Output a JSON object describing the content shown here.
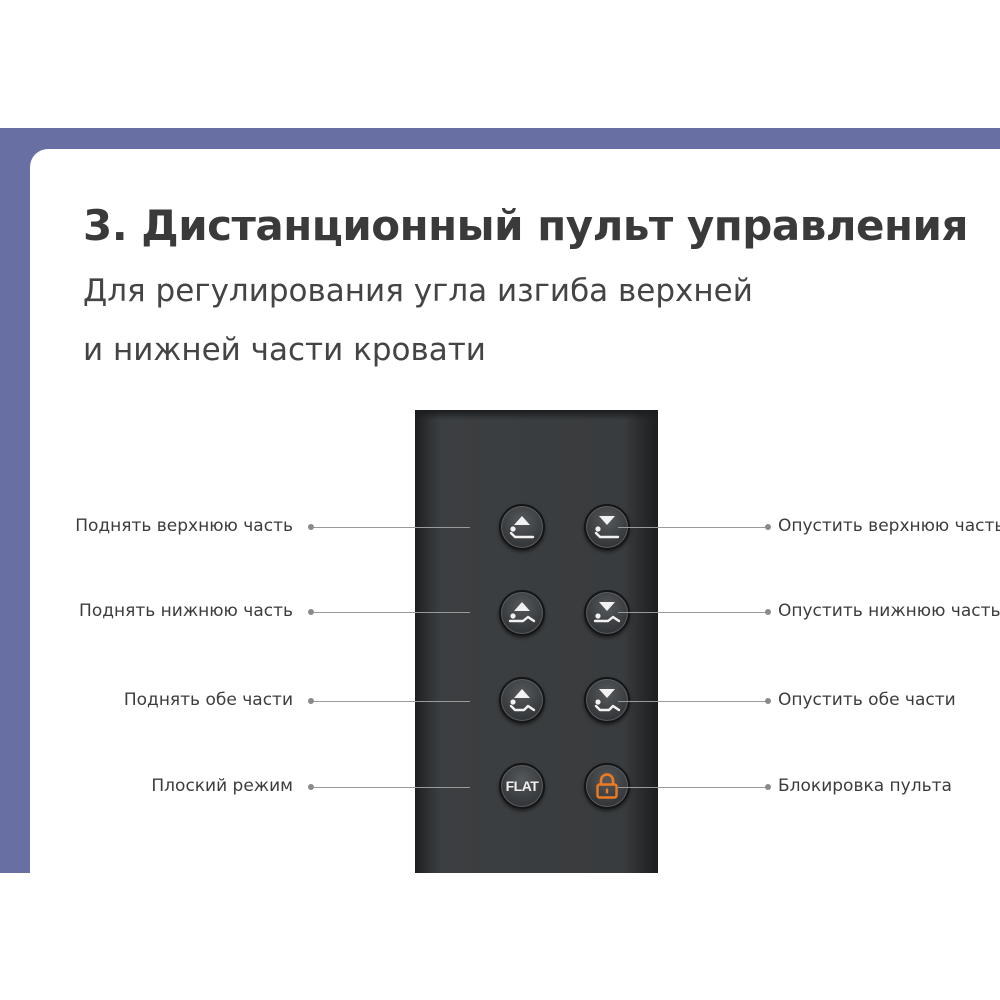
{
  "heading": {
    "title": "3. Дистанционный пульт управления",
    "subtitle_line1": "Для регулирования угла изгиба верхней",
    "subtitle_line2": "и нижней части кровати"
  },
  "remote": {
    "buttons": [
      {
        "icon": "raise-upper-icon",
        "label": "Поднять верхнюю часть"
      },
      {
        "icon": "lower-upper-icon",
        "label": "Опустить верхнюю часть"
      },
      {
        "icon": "raise-lower-icon",
        "label": "Поднять нижнюю часть"
      },
      {
        "icon": "lower-lower-icon",
        "label": "Опустить нижнюю часть"
      },
      {
        "icon": "raise-both-icon",
        "label": "Поднять обе части"
      },
      {
        "icon": "lower-both-icon",
        "label": "Опустить обе части"
      },
      {
        "icon": "flat-text",
        "label": "Плоский режим",
        "text": "FLAT"
      },
      {
        "icon": "lock-icon",
        "label": "Блокировка пульта"
      }
    ],
    "lock_color": "#f07a1e"
  }
}
